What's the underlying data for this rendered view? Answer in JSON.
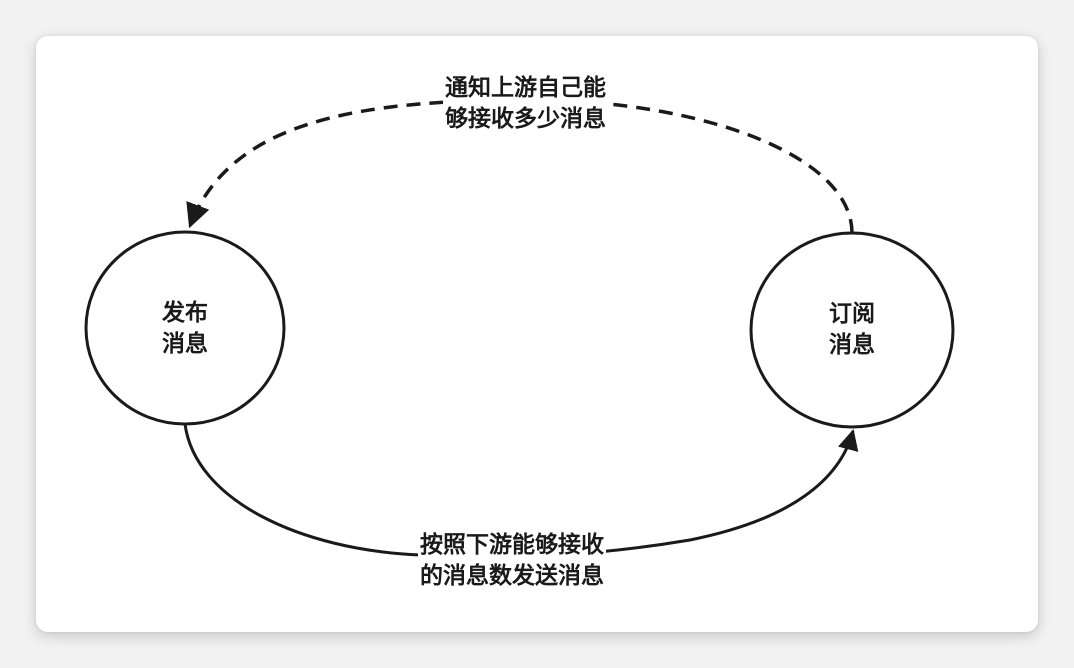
{
  "nodes": {
    "publish": {
      "label": "发布\n消息"
    },
    "subscribe": {
      "label": "订阅\n消息"
    }
  },
  "edges": {
    "feedback": {
      "label": "通知上游自己能\n够接收多少消息",
      "style": "dashed"
    },
    "send": {
      "label": "按照下游能够接收\n的消息数发送消息",
      "style": "solid"
    }
  },
  "colors": {
    "stroke": "#1a1a1a",
    "background": "#ffffff"
  }
}
